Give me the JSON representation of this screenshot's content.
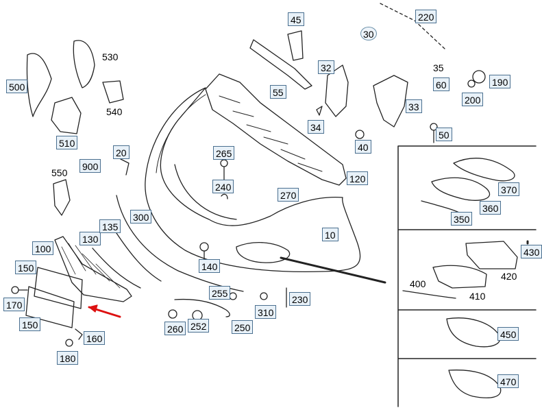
{
  "diagram": {
    "labels": [
      "10",
      "20",
      "30",
      "32",
      "33",
      "34",
      "40",
      "45",
      "50",
      "55",
      "60",
      "100",
      "120",
      "130",
      "135",
      "140",
      "150",
      "150",
      "160",
      "170",
      "180",
      "190",
      "200",
      "220",
      "230",
      "240",
      "250",
      "252",
      "255",
      "260",
      "265",
      "270",
      "300",
      "310",
      "350",
      "360",
      "370",
      "400",
      "410",
      "420",
      "430",
      "450",
      "470",
      "500",
      "510",
      "530",
      "540",
      "550",
      "900",
      "35"
    ]
  }
}
